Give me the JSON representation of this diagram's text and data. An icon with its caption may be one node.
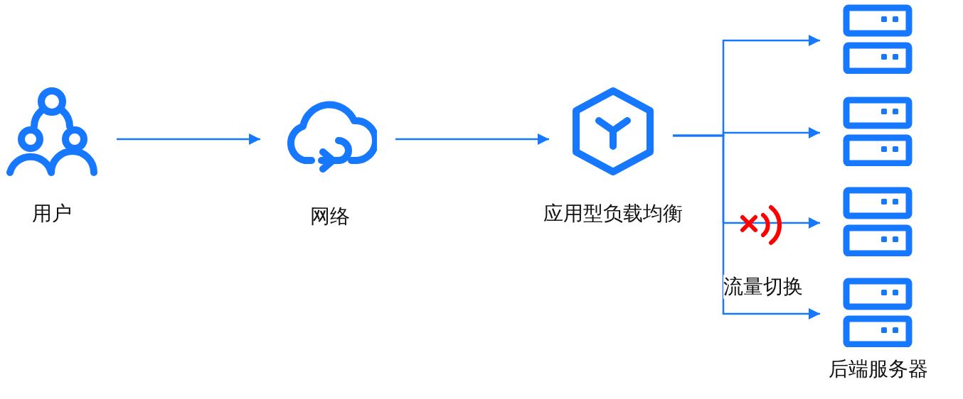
{
  "diagram": {
    "nodes": [
      {
        "text": [
          "用户"
        ]
      },
      {
        "text": [
          "网络"
        ]
      },
      {
        "text": [
          "应用型负载均衡"
        ]
      },
      {
        "text": [],
        "shape": "server"
      },
      {
        "text": [],
        "shape": "server"
      },
      {
        "text": [],
        "shape": "server"
      },
      {
        "text": [],
        "shape": "server"
      }
    ],
    "edges": [
      {
        "from": 0,
        "to": 1,
        "arrow": "to"
      },
      {
        "from": 1,
        "to": 2,
        "arrow": "to"
      },
      {
        "from": 2,
        "to": 3,
        "arrow": "to"
      },
      {
        "from": 2,
        "to": 4,
        "arrow": "to"
      },
      {
        "from": 2,
        "to": 5,
        "arrow": "to"
      },
      {
        "from": 2,
        "to": 6,
        "arrow": "to"
      }
    ],
    "labels": [
      "流量切换",
      "后端服务器"
    ]
  }
}
